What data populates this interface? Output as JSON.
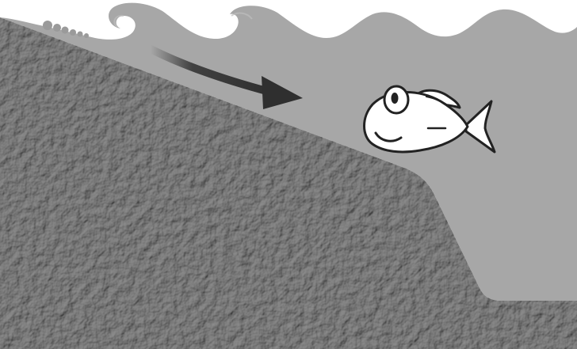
{
  "diagram": {
    "elements": [
      "ocean-water",
      "waves",
      "sloping-seabed",
      "current-arrow",
      "fish"
    ],
    "colors": {
      "background": "#ffffff",
      "water": "#a7a7a7",
      "seabed": "#8c8c8c",
      "seabed_texture_dark": "#6e6e6e",
      "seabed_texture_light": "#b2b2b2",
      "arrow": "#2f2f2f",
      "fish_fill": "#ffffff",
      "fish_outline": "#222222"
    }
  }
}
